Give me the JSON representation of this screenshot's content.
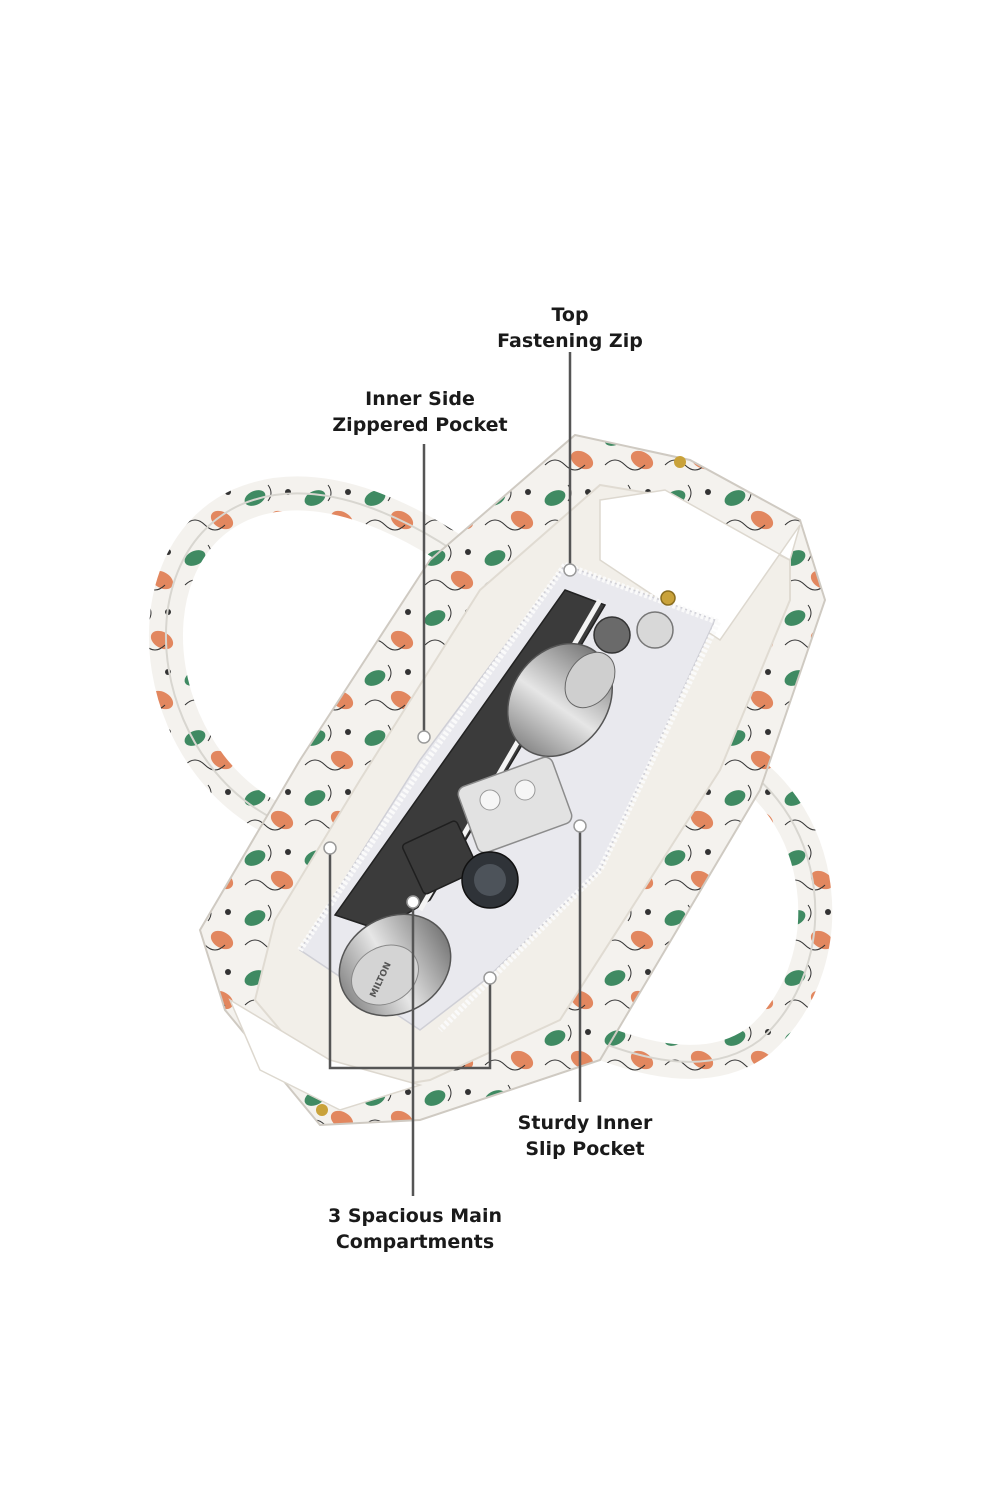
{
  "callouts": {
    "top_zip": {
      "line1": "Top",
      "line2": "Fastening Zip"
    },
    "inner_side_pocket": {
      "line1": "Inner Side",
      "line2": "Zippered Pocket"
    },
    "sturdy_slip_pocket": {
      "line1": "Sturdy Inner",
      "line2": "Slip Pocket"
    },
    "main_compartments": {
      "line1": "3 Spacious Main",
      "line2": "Compartments"
    }
  },
  "bottle_brand": "MILTON",
  "colors": {
    "print_green": "#3f8a62",
    "print_orange": "#e2875f",
    "leather_white": "#f4f2ee",
    "leader_line": "#555555",
    "label_text": "#1a1a1a"
  }
}
